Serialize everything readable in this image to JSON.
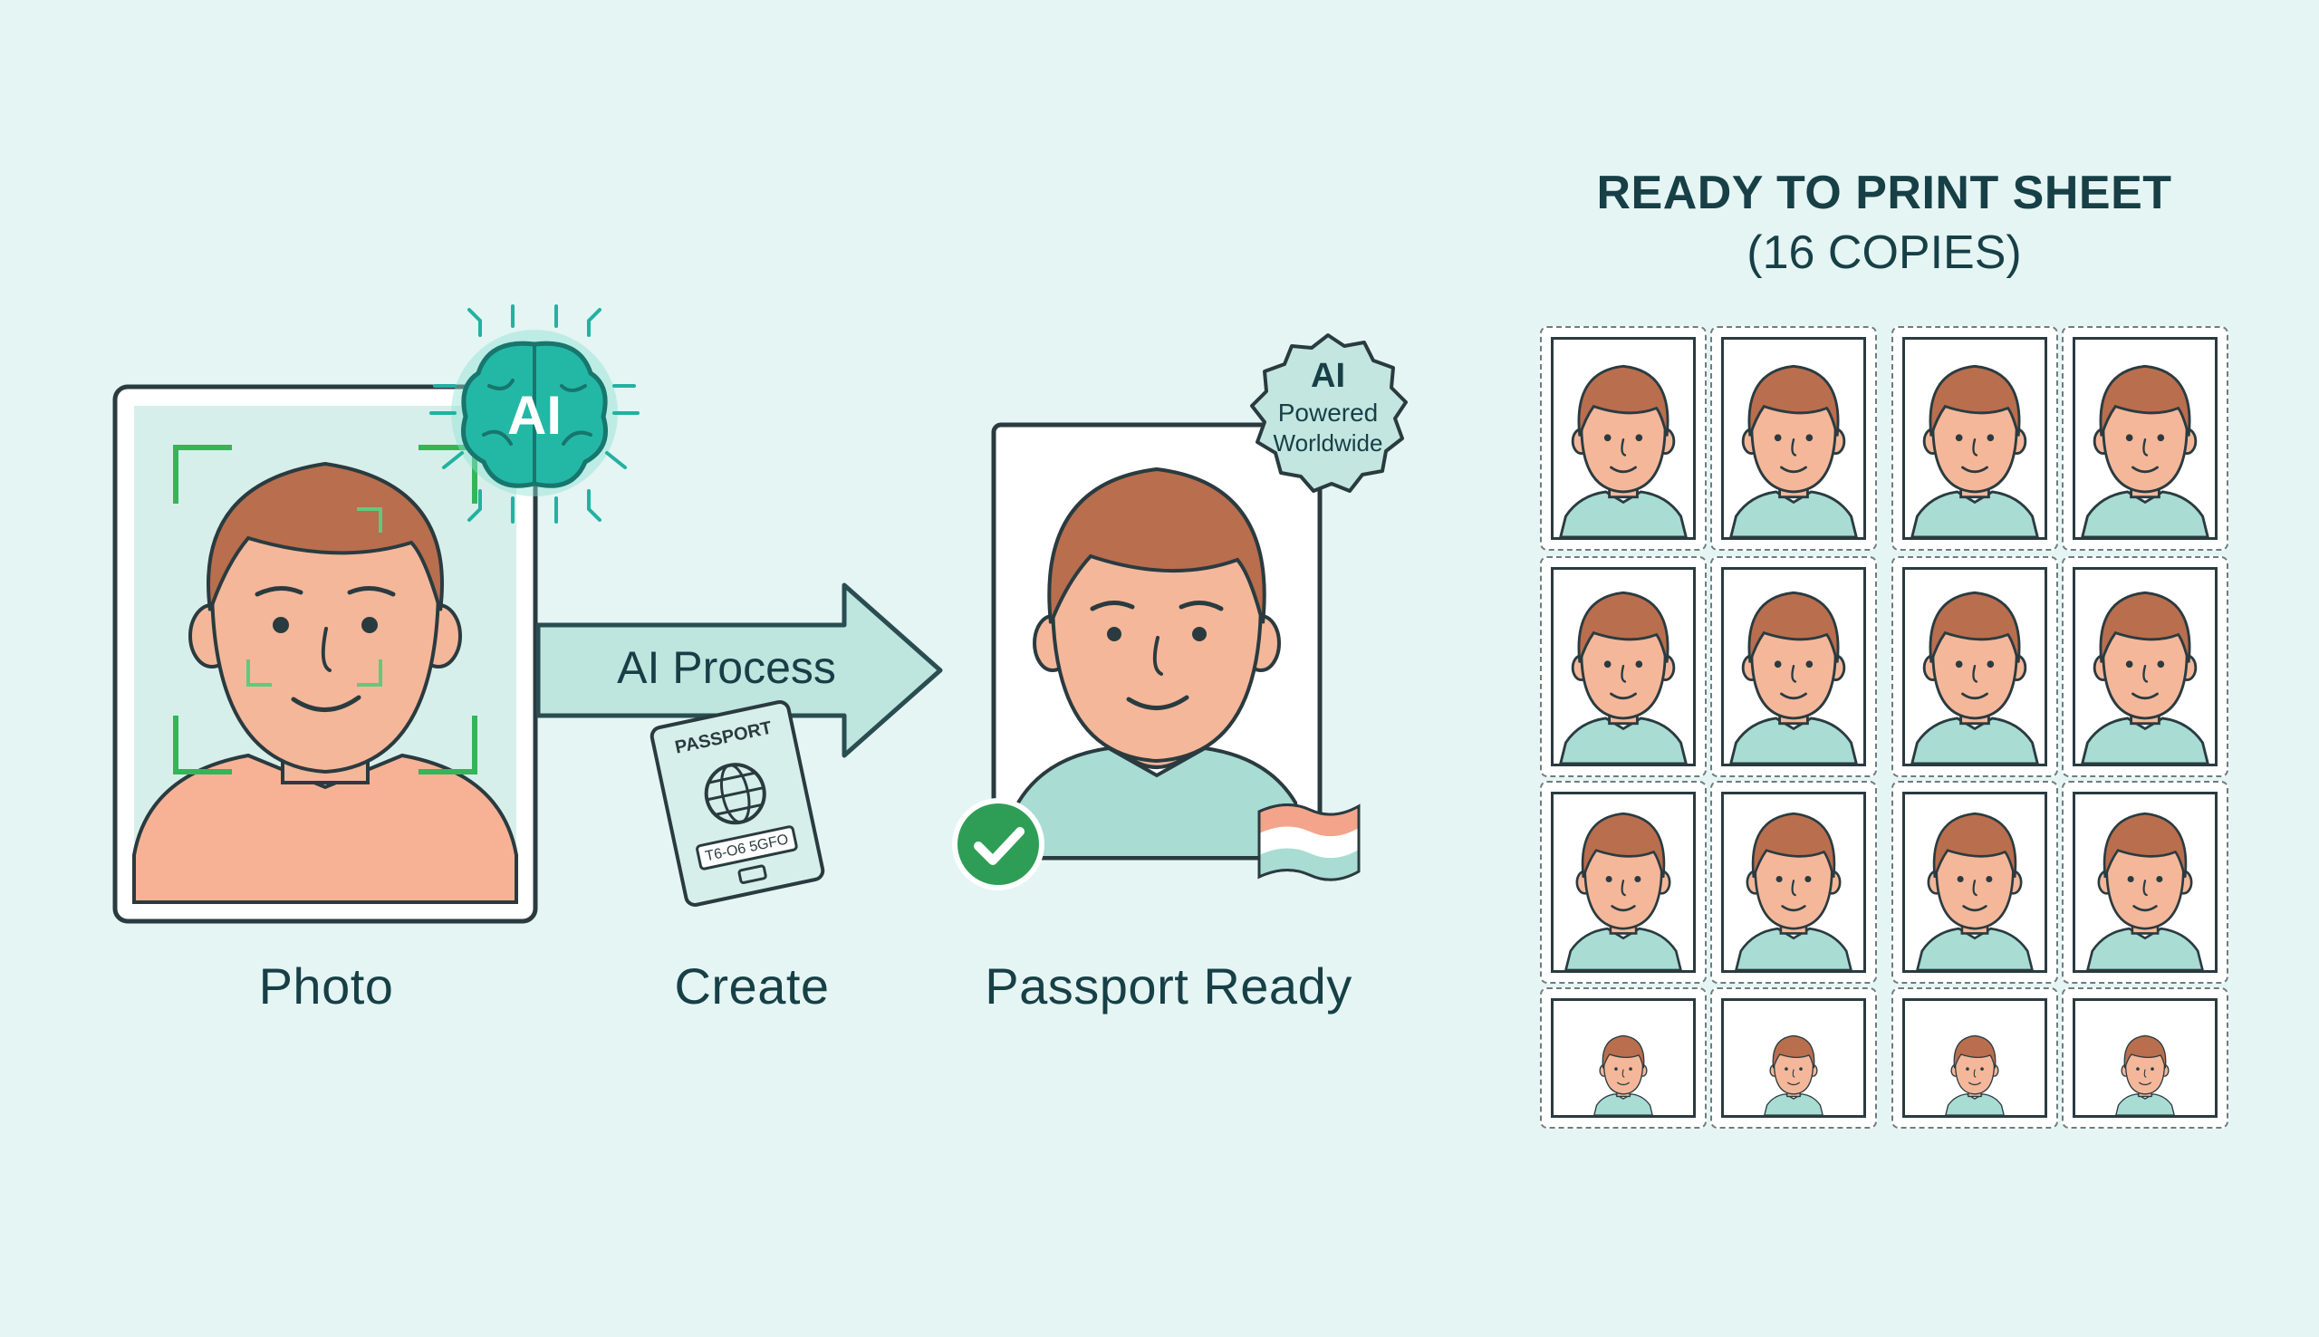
{
  "steps": [
    {
      "caption": "Photo"
    },
    {
      "caption": "Create"
    },
    {
      "caption": "Passport Ready"
    }
  ],
  "ai_badge": {
    "label": "AI"
  },
  "arrow": {
    "label": "AI Process"
  },
  "passport_booklet": {
    "title": "PASSPORT",
    "code": "T6-O6 5GFO"
  },
  "seal": {
    "line1": "AI",
    "line2": "Powered",
    "line3": "Worldwide"
  },
  "sheet": {
    "title_line1": "READY TO PRINT SHEET",
    "title_line2": "(16 COPIES)",
    "rows": 4,
    "cols": 4,
    "copies": 16
  },
  "colors": {
    "background": "#e4f5f4",
    "accent": "#21b2a0",
    "teal_light": "#bfe5df",
    "skin": "#f4b79a",
    "hair": "#b96e4e",
    "shirt": "#f7b296",
    "shirt_passport": "#a9dcd2",
    "check_green": "#2e9e57",
    "scan_green": "#33b55a",
    "outline": "#2a3b40"
  }
}
